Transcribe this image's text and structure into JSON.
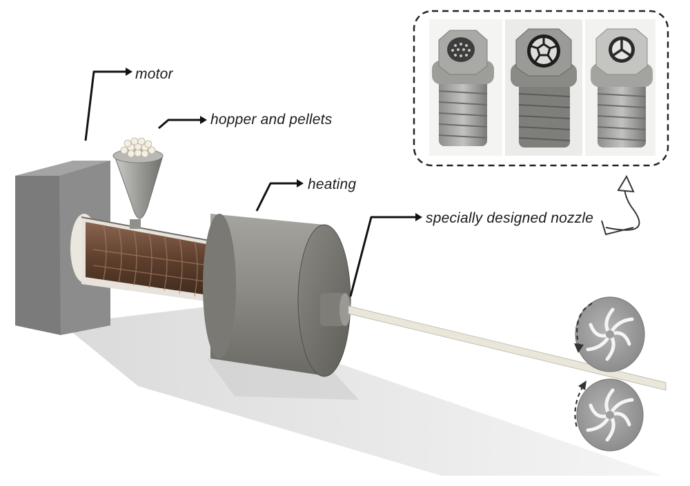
{
  "labels": {
    "motor": "motor",
    "hopper": "hopper and pellets",
    "heating": "heating",
    "nozzle": "specially designed nozzle"
  },
  "inset": {
    "nozzle_variants": [
      "multi-hole-grid",
      "hexagonal-pattern",
      "three-spoke"
    ]
  },
  "colors": {
    "motor_block": "#8f8f8f",
    "screw": "#6b4a36",
    "heater": "#8a8983",
    "filament": "#e9e6da",
    "rollers": "#9a9a9a",
    "arrows": "#111111"
  }
}
